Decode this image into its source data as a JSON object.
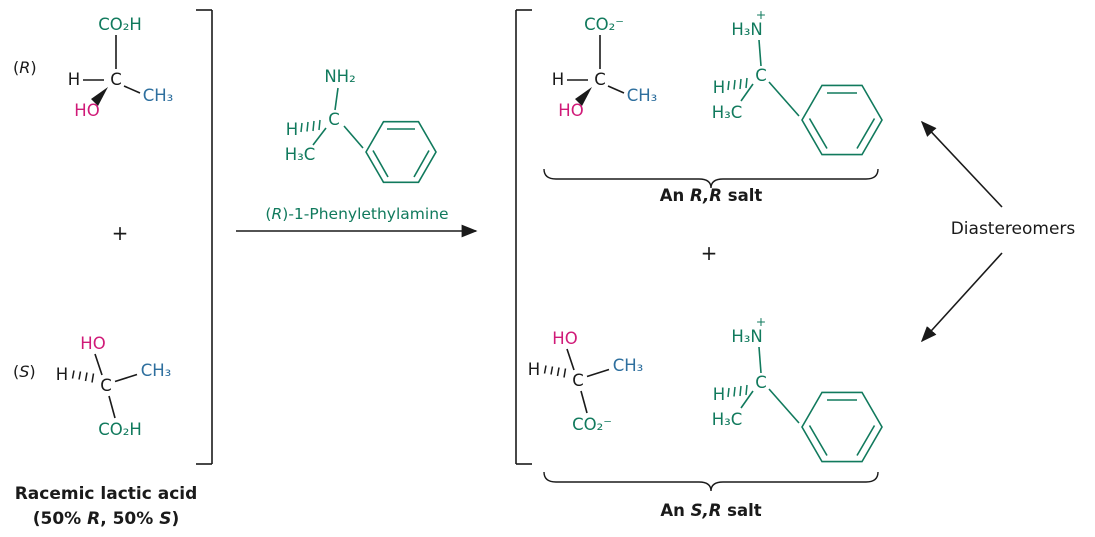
{
  "colors": {
    "green": "#117a5d",
    "blue": "#2e6f9e",
    "magenta": "#d01a78",
    "ink": "#1a1a1a"
  },
  "left_group": {
    "r_tag": {
      "open": "(",
      "letter": "R",
      "close": ")"
    },
    "s_tag": {
      "open": "(",
      "letter": "S",
      "close": ")"
    },
    "plus": "+",
    "r_lactic": {
      "co2h": "CO₂H",
      "c": "C",
      "h": "H",
      "ch3": "CH₃",
      "ho": "HO"
    },
    "s_lactic": {
      "ho": "HO",
      "h": "H",
      "c": "C",
      "ch3": "CH₃",
      "co2h": "CO₂H"
    },
    "caption": {
      "line1": "Racemic lactic acid",
      "line2": {
        "p1": "(50% ",
        "r": "R",
        "p2": ", 50% ",
        "s": "S",
        "p3": ")"
      }
    }
  },
  "reagent": {
    "label": {
      "p1": "(",
      "r": "R",
      "p2": ")-1-Phenylethylamine"
    },
    "amine": {
      "nh2": "NH₂",
      "c": "C",
      "h": "H",
      "h3c": "H₃C"
    }
  },
  "products": {
    "rr_salt": {
      "lactate": {
        "co2": "CO₂⁻",
        "c": "C",
        "h": "H",
        "ch3": "CH₃",
        "ho": "HO"
      },
      "ammonium": {
        "plus": "+",
        "h3n": "H₃N",
        "c": "C",
        "h": "H",
        "h3c": "H₃C"
      },
      "label": {
        "p1": "An ",
        "stereo": "R,R",
        "p2": " salt"
      }
    },
    "plus": "+",
    "sr_salt": {
      "lactate": {
        "ho": "HO",
        "h": "H",
        "c": "C",
        "ch3": "CH₃",
        "co2": "CO₂⁻"
      },
      "ammonium": {
        "plus": "+",
        "h3n": "H₃N",
        "c": "C",
        "h": "H",
        "h3c": "H₃C"
      },
      "label": {
        "p1": "An ",
        "stereo": "S,R",
        "p2": " salt"
      }
    },
    "diastereomers": "Diastereomers"
  }
}
